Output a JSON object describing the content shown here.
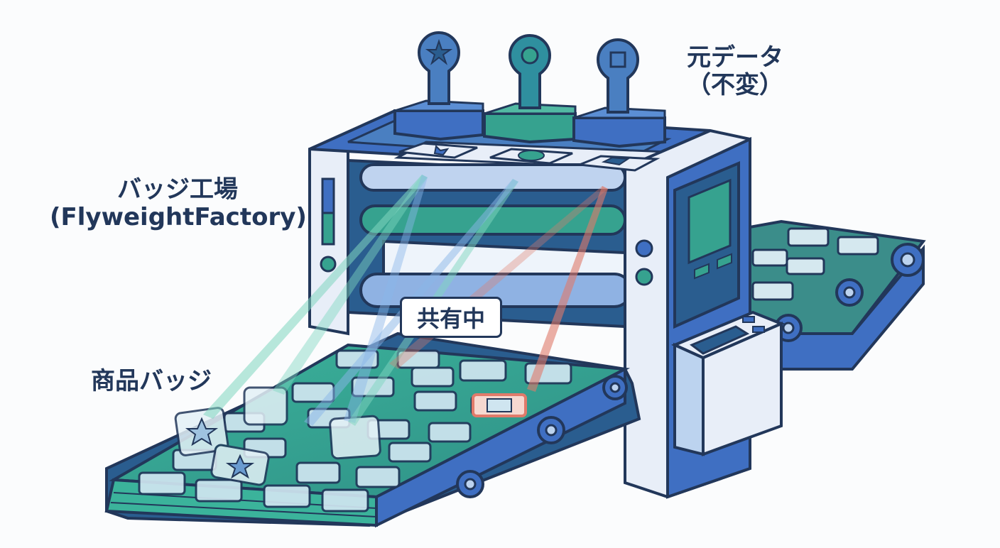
{
  "labels": {
    "source_data": [
      "元データ",
      "（不変）"
    ],
    "factory": [
      "バッジ工場",
      "(FlyweightFactory)"
    ],
    "shared": "共有中",
    "product_badges": "商品バッジ"
  },
  "stamps": [
    {
      "shape": "star-icon",
      "color": "#3d72b8"
    },
    {
      "shape": "circle-icon",
      "color": "#2f8f9f"
    },
    {
      "shape": "square-icon",
      "color": "#4a7fc1"
    }
  ],
  "colors": {
    "outline": "#22375a",
    "machine_blue": "#3f6fc2",
    "machine_light": "#e8eef8",
    "belt_teal": "#36a28f",
    "belt_dark": "#2a5d8f",
    "badge_fill": "#cfe5f0",
    "highlight_red": "#e07a6a",
    "beam_green": "#7fd6c0",
    "beam_blue": "#8ab6e8"
  }
}
